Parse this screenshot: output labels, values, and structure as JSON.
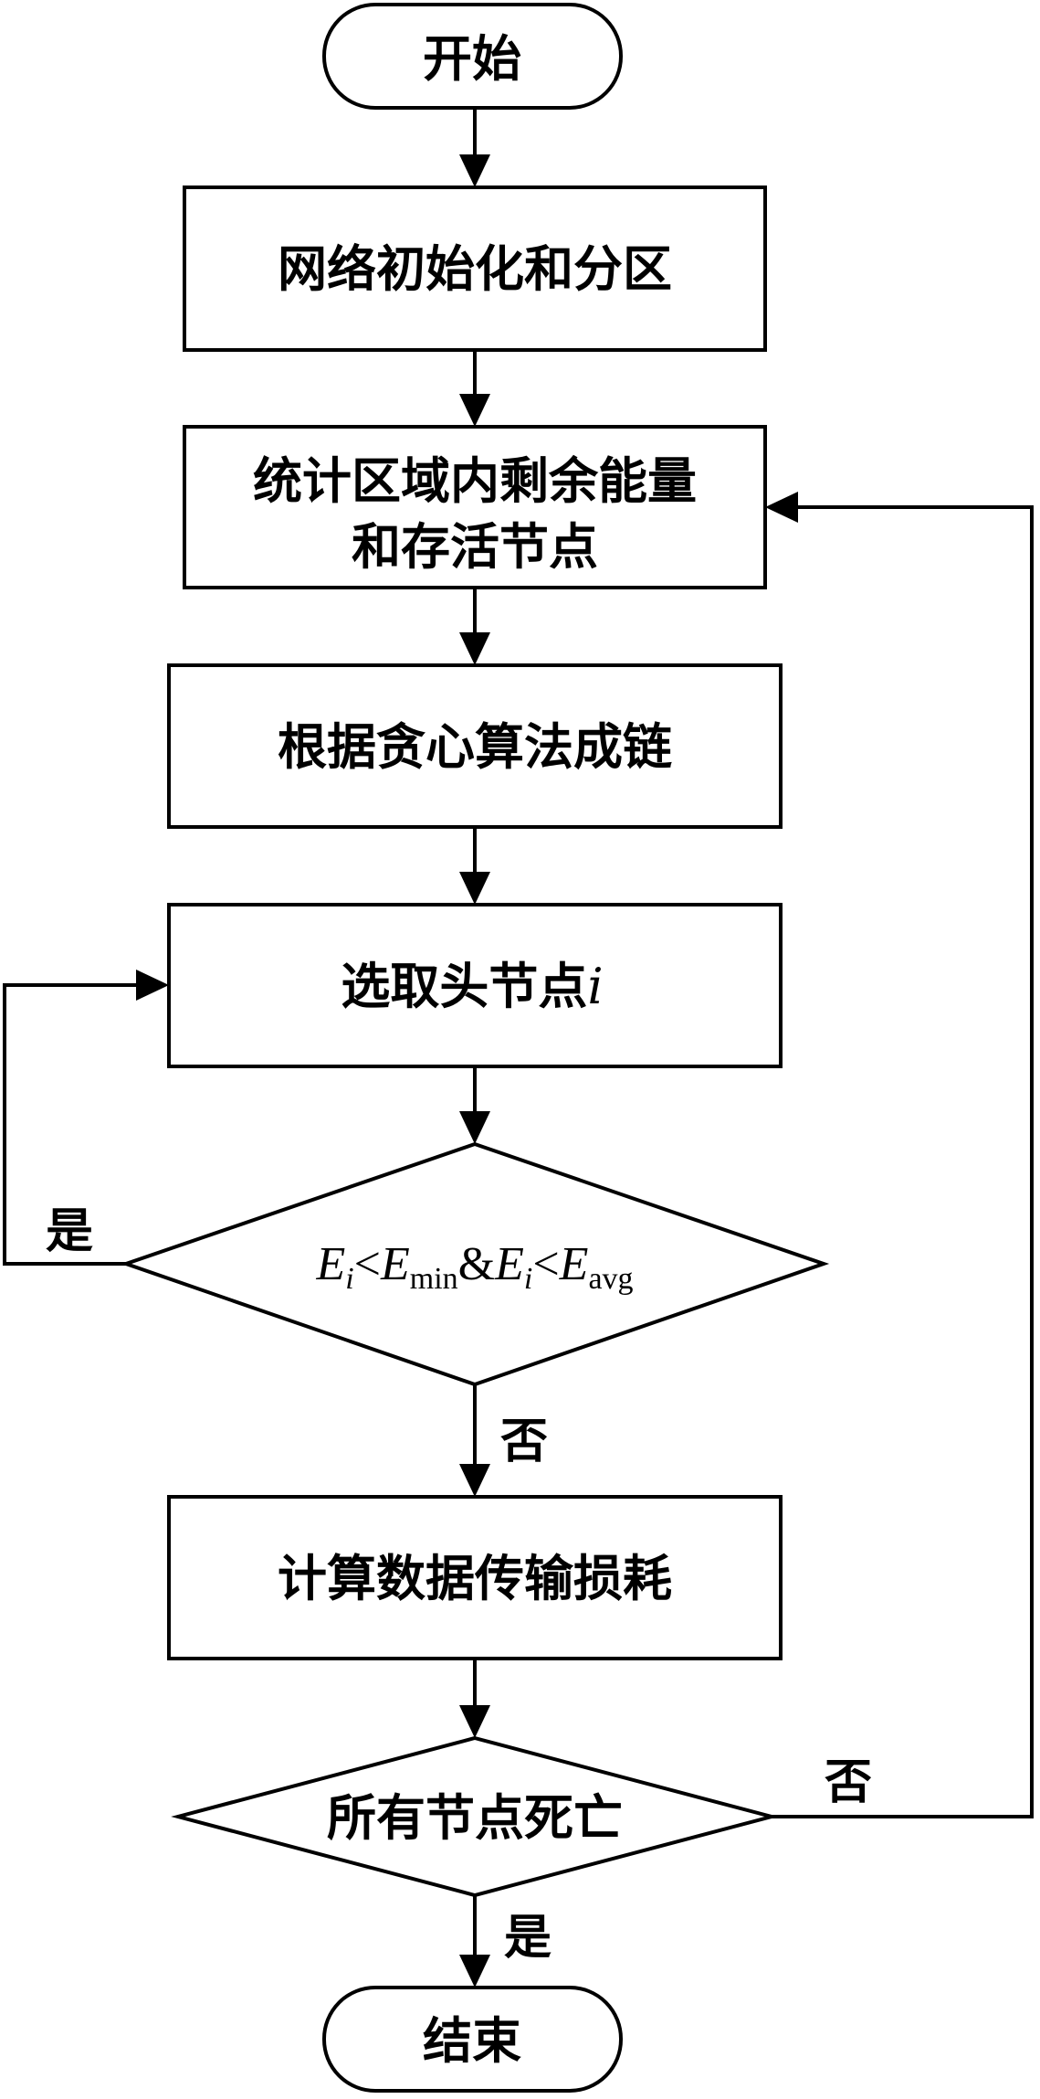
{
  "flowchart": {
    "start": "开始",
    "step1": "网络初始化和分区",
    "step2_line1": "统计区域内剩余能量",
    "step2_line2": "和存活节点",
    "step3": "根据贪心算法成链",
    "step4_prefix": "选取头节点",
    "step4_var": "i",
    "decision1": {
      "e": "E",
      "i": "i",
      "lt": "<",
      "min": "min",
      "amp": "&",
      "avg": "avg"
    },
    "step5": "计算数据传输损耗",
    "decision2": "所有节点死亡",
    "end": "结束",
    "labels": {
      "yes": "是",
      "no": "否"
    }
  }
}
